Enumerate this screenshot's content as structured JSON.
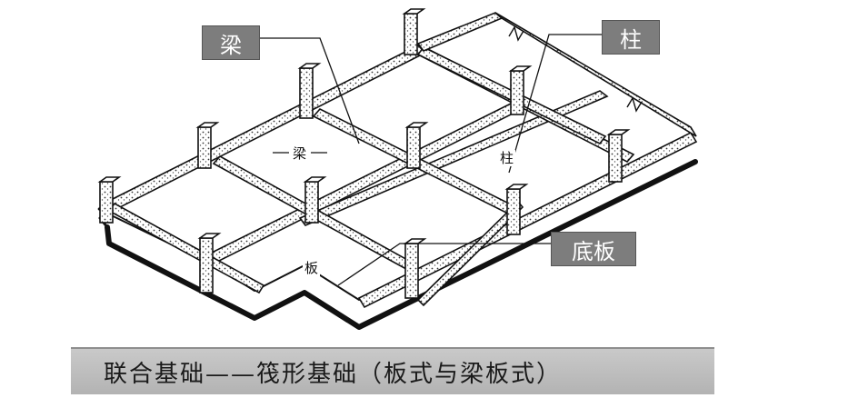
{
  "callouts": {
    "beam": "梁",
    "column": "柱",
    "bottom_slab": "底板"
  },
  "inline_labels": {
    "beam": "梁",
    "column": "柱",
    "slab": "板"
  },
  "caption": "联合基础——筏形基础（板式与梁板式）",
  "colors": {
    "callout_bg": "#7d7d7d",
    "caption_bg": "#bdbdbd",
    "line": "#111111"
  }
}
